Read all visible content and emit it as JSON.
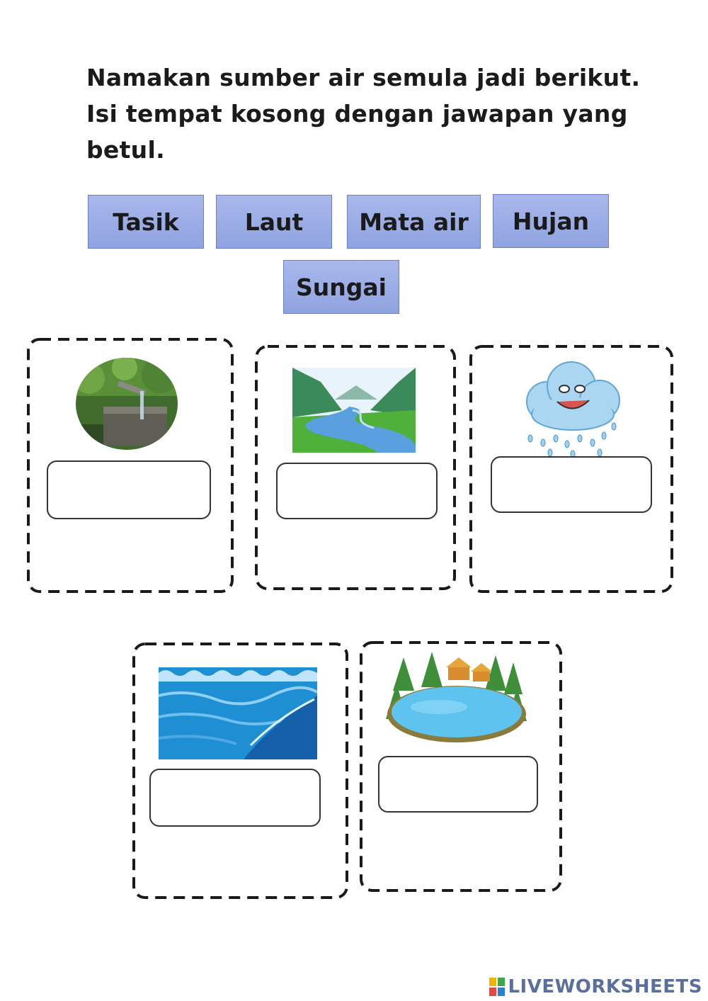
{
  "instructions": {
    "line1": "Namakan sumber air semula jadi berikut.",
    "line2": "Isi tempat kosong dengan jawapan yang",
    "line3": "betul."
  },
  "word_bank": [
    {
      "label": "Tasik"
    },
    {
      "label": "Laut"
    },
    {
      "label": "Mata air"
    },
    {
      "label": "Hujan"
    },
    {
      "label": "Sungai"
    }
  ],
  "cards": [
    {
      "picture": "water-spring-icon",
      "answer": ""
    },
    {
      "picture": "river-icon",
      "answer": ""
    },
    {
      "picture": "rain-cloud-icon",
      "answer": ""
    },
    {
      "picture": "sea-waves-icon",
      "answer": ""
    },
    {
      "picture": "lake-icon",
      "answer": ""
    }
  ],
  "branding": {
    "logo_text": "LIVEWORKSHEETS"
  },
  "colors": {
    "chip_fill": "#98aae4",
    "chip_border": "#6c7fc4",
    "brand": "#5b6f9b"
  }
}
